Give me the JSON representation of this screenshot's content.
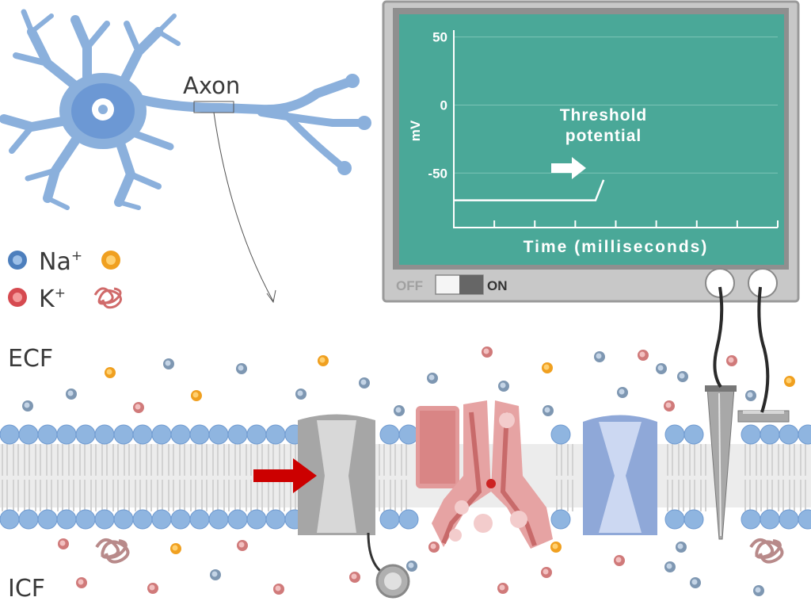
{
  "neuron": {
    "axon_label": "Axon"
  },
  "legend": [
    {
      "ion": "Na",
      "charge": "+",
      "ion_color": "#4d7fbd",
      "paired_color": "#f0a020"
    },
    {
      "ion": "K",
      "charge": "+",
      "ion_color": "#d64a50",
      "paired_color": "#e07f7f"
    }
  ],
  "regions": {
    "ecf": "ECF",
    "icf": "ICF"
  },
  "monitor": {
    "y_axis_label": "mV",
    "y_ticks": [
      "50",
      "0",
      "-50"
    ],
    "x_axis_label": "Time (milliseconds)",
    "annotation_line1": "Threshold",
    "annotation_line2": "potential",
    "switch_off": "OFF",
    "switch_on": "ON",
    "screen_color": "#4aa898",
    "frame_color": "#c8c8c8"
  },
  "chart_data": {
    "type": "line",
    "ylabel": "mV",
    "xlabel": "Time (milliseconds)",
    "yticks": [
      50,
      0,
      -50
    ],
    "annotations": [
      "Threshold potential"
    ],
    "series": [
      {
        "x": [
          0,
          1,
          2,
          3,
          3.5,
          3.7
        ],
        "y": [
          -70,
          -70,
          -70,
          -70,
          -70,
          -55
        ]
      }
    ]
  },
  "colors": {
    "phospholipid_head": "#8fb5e0",
    "na_k_pump": "#e09898",
    "gray_channel": "#a6a6a6",
    "blue_channel": "#8fa8d8",
    "arrow_red": "#cc0000"
  }
}
